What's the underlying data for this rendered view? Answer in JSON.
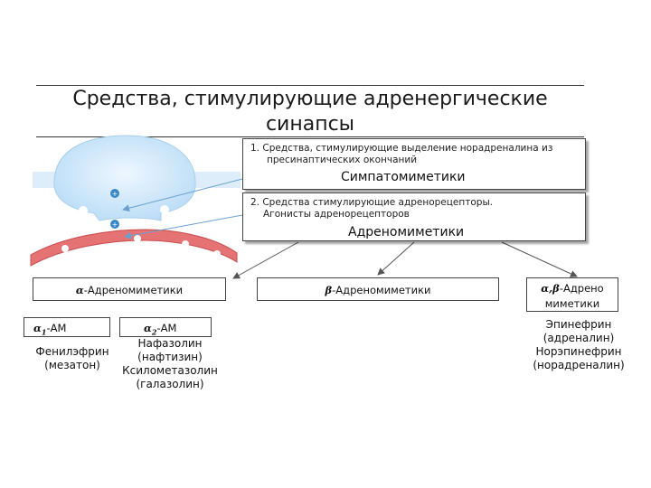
{
  "title": {
    "line1": "Средства, стимулирующие адренергические",
    "line2": "синапсы"
  },
  "box1": {
    "number": "1.",
    "text_line1": "Средства, стимулирующие выделение норадреналина из",
    "text_line2": "пресинаптических окончаний",
    "caption": "Симпатомиметики"
  },
  "box2": {
    "text_line1": "2. Средства стимулирующие адренорецепторы.",
    "text_line2": "Агонисты адренорецепторов",
    "caption": "Адреномиметики"
  },
  "categories": {
    "alpha": {
      "greek": "α",
      "text": "-Адреномиметики"
    },
    "beta": {
      "greek": "β",
      "text": "-Адреномиметики"
    },
    "alpha_beta": {
      "greek": "α,β",
      "text_line1": "-Адрено",
      "text_line2": "миметики"
    }
  },
  "subcategories": {
    "a1": {
      "greek": "α",
      "sub": "1",
      "text": "-АМ"
    },
    "a2": {
      "greek": "α",
      "sub": "2",
      "text": "-АМ"
    }
  },
  "drugs": {
    "a1": [
      "Фенилэфрин",
      "(мезатон)"
    ],
    "a2": [
      "Нафазолин",
      "(нафтизин)",
      "Ксилометазолин",
      "(галазолин)"
    ],
    "ab": [
      "Эпинефрин",
      "(адреналин)",
      "Норэпинефрин",
      "(норадреналин)"
    ]
  },
  "colors": {
    "presynaptic": "#cfe6f8",
    "postsynaptic": "#e57373",
    "arrow": "#555555"
  }
}
